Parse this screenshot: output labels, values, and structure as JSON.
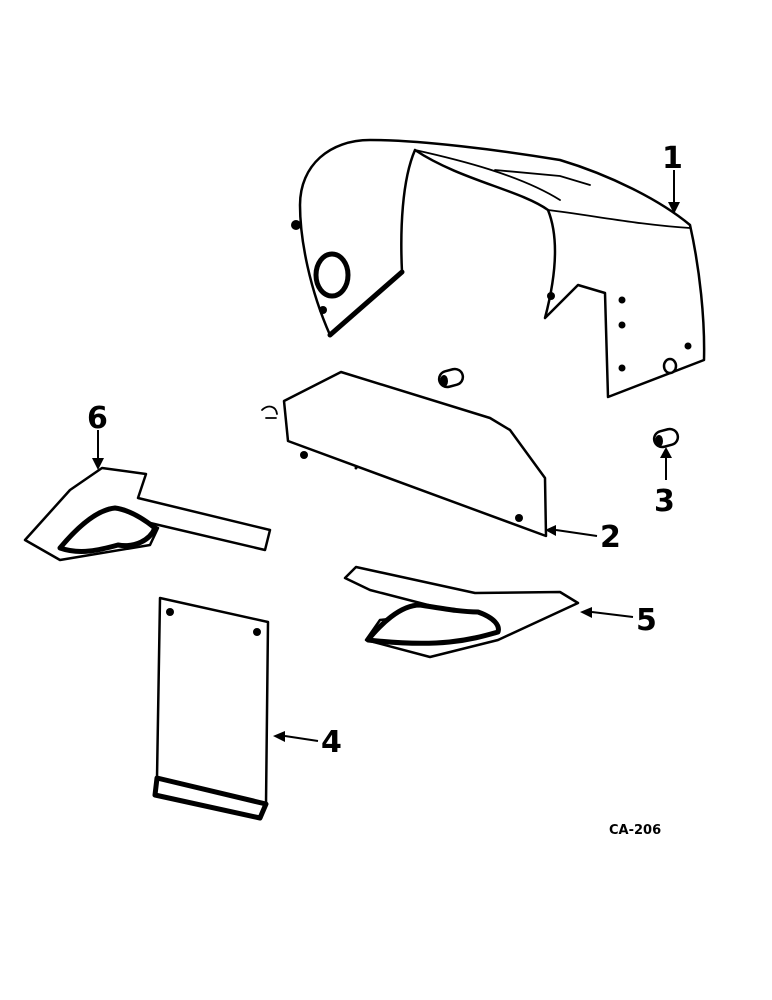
{
  "callouts": [
    {
      "number": "1",
      "part": "hood"
    },
    {
      "number": "2",
      "part": "side-panel"
    },
    {
      "number": "3",
      "part": "pin"
    },
    {
      "number": "4",
      "part": "grille-screen"
    },
    {
      "number": "5",
      "part": "right-floor-plate"
    },
    {
      "number": "6",
      "part": "left-floor-plate"
    }
  ],
  "drawing_ref": "CA-206"
}
